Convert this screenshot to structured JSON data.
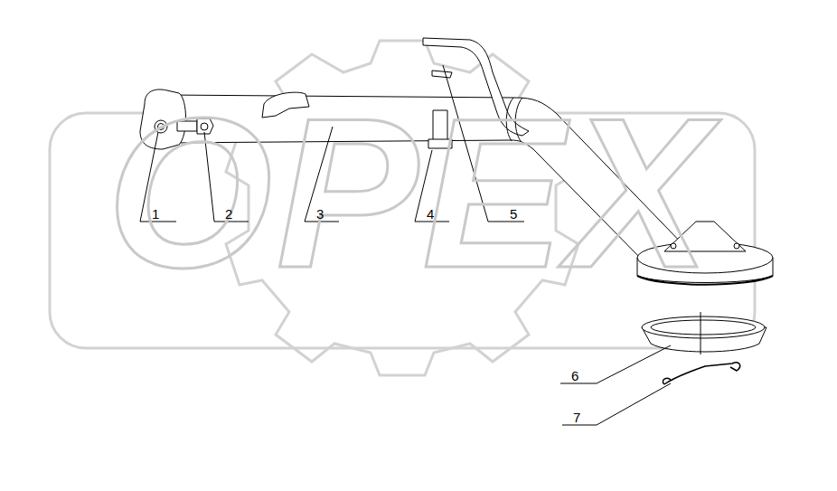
{
  "diagram": {
    "labels": [
      "1",
      "2",
      "3",
      "4",
      "5",
      "6",
      "7",
      "OPEX"
    ]
  }
}
